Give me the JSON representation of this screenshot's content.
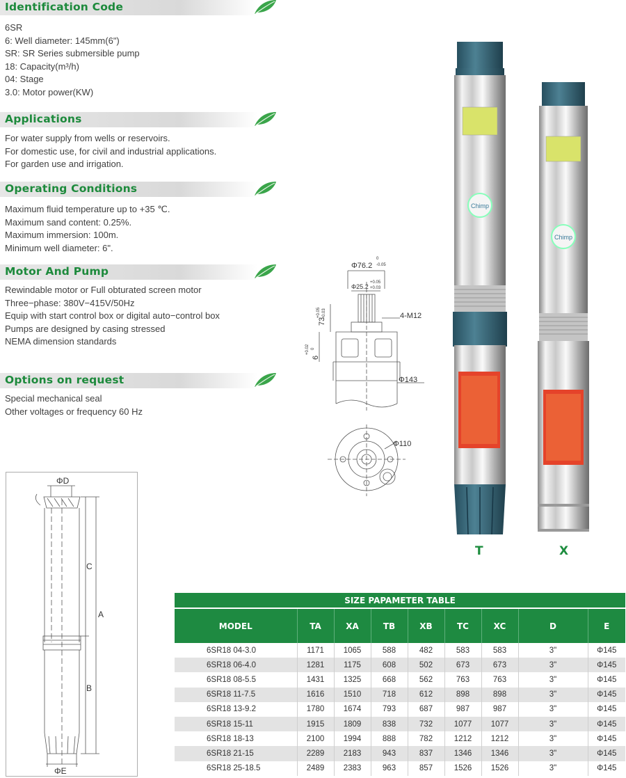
{
  "sections": {
    "identification": {
      "title": "Identification Code",
      "lines": [
        "6SR",
        "6: Well diameter: 145mm(6\")",
        "SR: SR Series submersible pump",
        "18: Capacity(m³/h)",
        "04: Stage",
        "3.0: Motor power(KW)"
      ]
    },
    "applications": {
      "title": "Applications",
      "lines": [
        "For water supply from wells or reservoirs.",
        "For domestic use, for civil and industrial applications.",
        "For garden use and irrigation."
      ]
    },
    "operating": {
      "title": "Operating Conditions",
      "lines": [
        "Maximum fluid temperature up to +35 ℃.",
        "Maximum sand content: 0.25%.",
        "Maximum immersion: 100m.",
        "Minimum well diameter: 6\"."
      ]
    },
    "motor": {
      "title": "Motor And Pump",
      "lines": [
        "Rewindable motor or Full obturated screen motor",
        "Three−phase: 380V−415V/50Hz",
        "Equip with start control box or digital auto−control box",
        "Pumps are designed by casing stressed",
        "NEMA dimension standards"
      ]
    },
    "options": {
      "title": "Options on request",
      "lines": [
        "Special mechanical seal",
        "Other voltages or frequency 60 Hz"
      ]
    }
  },
  "drawing_top": {
    "d1": "Φ76.2",
    "d1_tol_top": "0",
    "d1_tol_bot": "-0.05",
    "d2": "Φ25.2",
    "d2_tol_top": "+0.05",
    "d2_tol_bot": "+0.03",
    "h1": "73",
    "h1_tol_top": "+0.05",
    "h1_tol_bot": "-0.03",
    "h2": "6",
    "h2_tol_top": "+0.02",
    "h2_tol_bot": "0",
    "bolt": "4-M12",
    "d3": "Φ143",
    "d4": "Φ110"
  },
  "drawing_side": {
    "D": "ΦD",
    "A": "A",
    "B": "B",
    "C": "C",
    "E": "ΦE"
  },
  "pump_labels": {
    "t": "T",
    "x": "X"
  },
  "pump_brand": "Chimp",
  "colors": {
    "green": "#1e8a41",
    "head_bar": "#dcdcdc",
    "pump_blue": "#3b6a7c",
    "label_red": "#e33b23"
  },
  "table": {
    "title": "SIZE PAPAMETER TABLE",
    "headers": [
      "MODEL",
      "TA",
      "XA",
      "TB",
      "XB",
      "TC",
      "XC",
      "D",
      "E"
    ],
    "rows": [
      [
        "6SR18 04-3.0",
        "1171",
        "1065",
        "588",
        "482",
        "583",
        "583",
        "3\"",
        "Φ145"
      ],
      [
        "6SR18 06-4.0",
        "1281",
        "1175",
        "608",
        "502",
        "673",
        "673",
        "3\"",
        "Φ145"
      ],
      [
        "6SR18 08-5.5",
        "1431",
        "1325",
        "668",
        "562",
        "763",
        "763",
        "3\"",
        "Φ145"
      ],
      [
        "6SR18 11-7.5",
        "1616",
        "1510",
        "718",
        "612",
        "898",
        "898",
        "3\"",
        "Φ145"
      ],
      [
        "6SR18 13-9.2",
        "1780",
        "1674",
        "793",
        "687",
        "987",
        "987",
        "3\"",
        "Φ145"
      ],
      [
        "6SR18 15-11",
        "1915",
        "1809",
        "838",
        "732",
        "1077",
        "1077",
        "3\"",
        "Φ145"
      ],
      [
        "6SR18 18-13",
        "2100",
        "1994",
        "888",
        "782",
        "1212",
        "1212",
        "3\"",
        "Φ145"
      ],
      [
        "6SR18 21-15",
        "2289",
        "2183",
        "943",
        "837",
        "1346",
        "1346",
        "3\"",
        "Φ145"
      ],
      [
        "6SR18 25-18.5",
        "2489",
        "2383",
        "963",
        "857",
        "1526",
        "1526",
        "3\"",
        "Φ145"
      ]
    ]
  }
}
